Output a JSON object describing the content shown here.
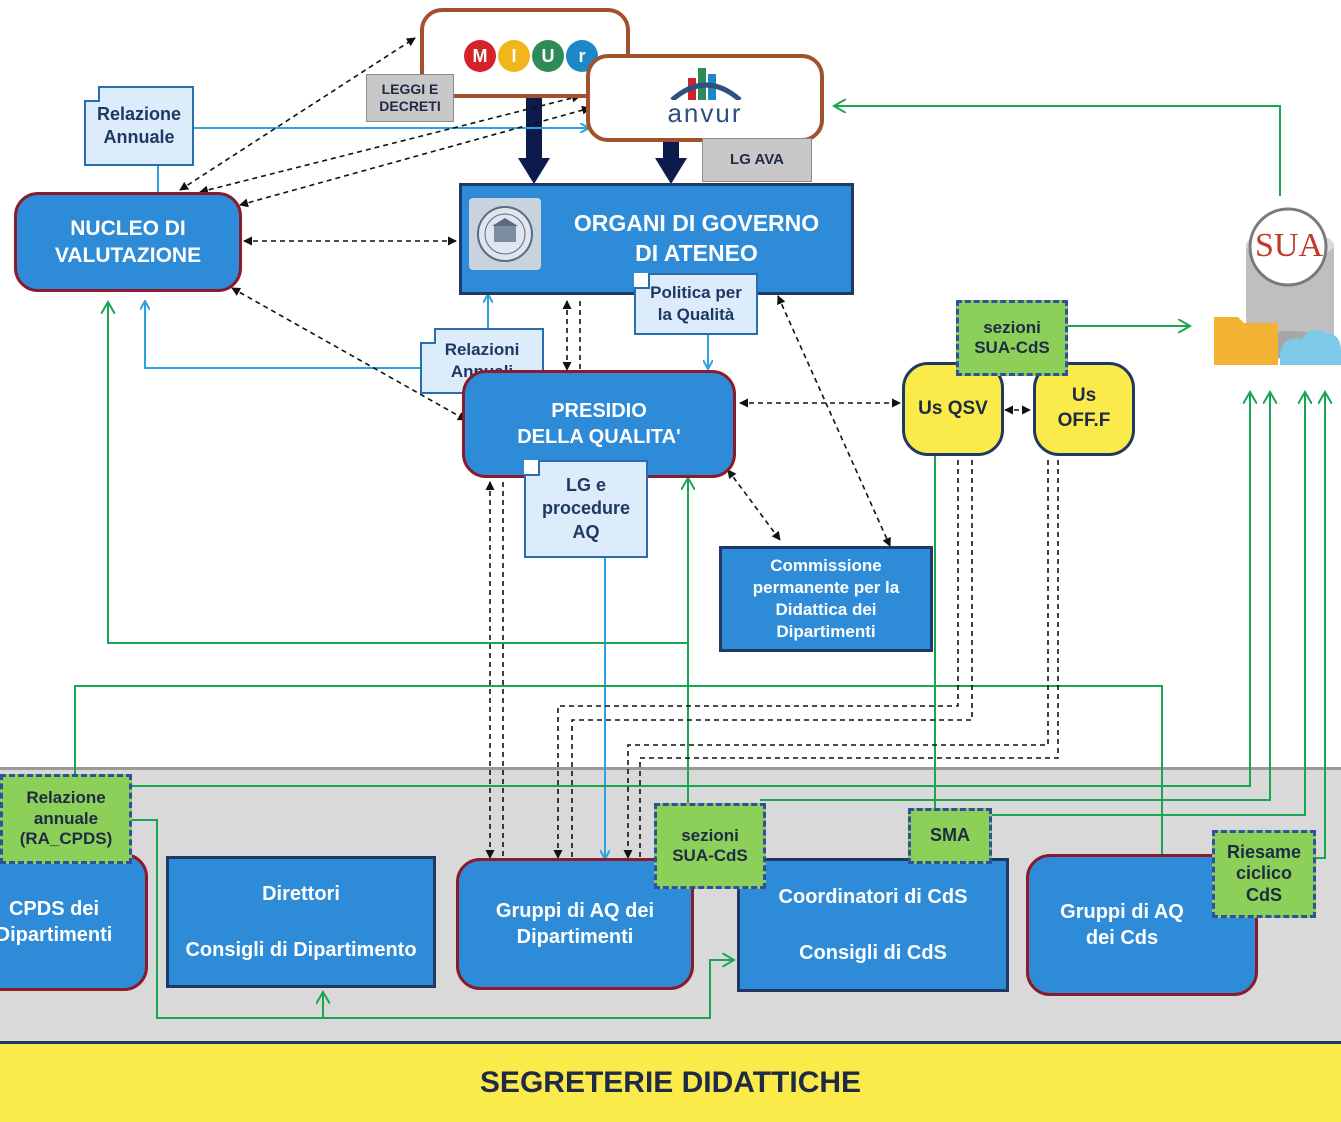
{
  "top": {
    "miur_letters": [
      "M",
      "I",
      "U",
      "r"
    ],
    "miur_colors": [
      "#d2232a",
      "#f2b51c",
      "#2e8b57",
      "#1e88c7"
    ],
    "anvur_label": "anvur",
    "leggi": [
      "LEGGI E",
      "DECRETI"
    ],
    "lg_ava": "LG AVA"
  },
  "nucleo": {
    "line1": "NUCLEO DI",
    "line2": "VALUTAZIONE"
  },
  "relazione_annuale": {
    "line1": "Relazione",
    "line2": "Annuale"
  },
  "organi": {
    "line1": "ORGANI DI GOVERNO",
    "line2": "DI ATENEO",
    "seal_icon": "university-seal-icon"
  },
  "politica": {
    "line1": "Politica per",
    "line2": "la Qualità"
  },
  "relazioni_annuali": {
    "line1": "Relazioni",
    "line2": "Annuali"
  },
  "presidio": {
    "line1": "PRESIDIO",
    "line2": "DELLA QUALITA'"
  },
  "lg_procedure": {
    "line1": "LG e",
    "line2": "procedure",
    "line3": "AQ"
  },
  "commissione": {
    "line1": "Commissione",
    "line2": "permanente per la",
    "line3": "Didattica dei",
    "line4": "Dipartimenti"
  },
  "sezioni_top": {
    "line1": "sezioni",
    "line2": "SUA-CdS"
  },
  "us_qsv": "Us QSV",
  "us_offf": {
    "line1": "Us",
    "line2": "OFF.F"
  },
  "sua_logo": {
    "text": "SUA",
    "icon": "database-icon"
  },
  "bottom": {
    "relazione_cpds": {
      "line1": "Relazione",
      "line2": "annuale",
      "line3": "(RA_CPDS)"
    },
    "cpds": {
      "line1": "CPDS dei",
      "line2": "Dipartimenti"
    },
    "direttori": {
      "line1": "Direttori",
      "line2": "Consigli di Dipartimento"
    },
    "gruppi_dip": {
      "line1": "Gruppi di AQ dei",
      "line2": "Dipartimenti"
    },
    "sezioni_bottom": {
      "line1": "sezioni",
      "line2": "SUA-CdS"
    },
    "sma": "SMA",
    "coordinatori": {
      "line1": "Coordinatori di CdS",
      "line2": "Consigli di CdS"
    },
    "riesame": {
      "line1": "Riesame",
      "line2": "ciclico",
      "line3": "CdS"
    },
    "gruppi_cds": {
      "line1": "Gruppi di AQ",
      "line2": "dei Cds"
    }
  },
  "footer": "SEGRETERIE DIDATTICHE",
  "colors": {
    "box_blue": "#2e8bd8",
    "border_red": "#8b1a2b",
    "dark_navy": "#1f3864",
    "yellow": "#fbeb4a",
    "green_line": "#1aa550",
    "blue_line": "#2aa3e0",
    "logo_border": "#a0522d"
  }
}
